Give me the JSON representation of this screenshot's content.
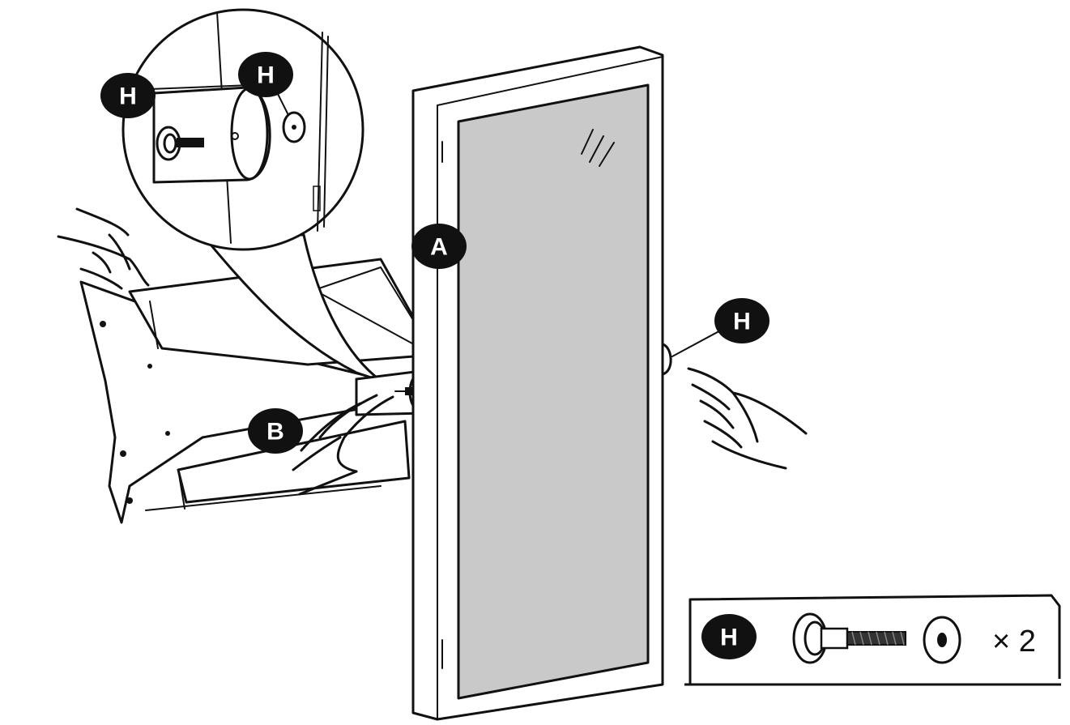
{
  "labels": {
    "zoom_h_left": "H",
    "zoom_h_right": "H",
    "part_a": "A",
    "part_b": "B",
    "side_h": "H",
    "kit_h": "H"
  },
  "hardware_kit": {
    "quantity": "× 2"
  },
  "colors": {
    "line": "#111111",
    "mirror_glass": "#c9c9c9",
    "badge": "#111111",
    "background": "#ffffff"
  }
}
